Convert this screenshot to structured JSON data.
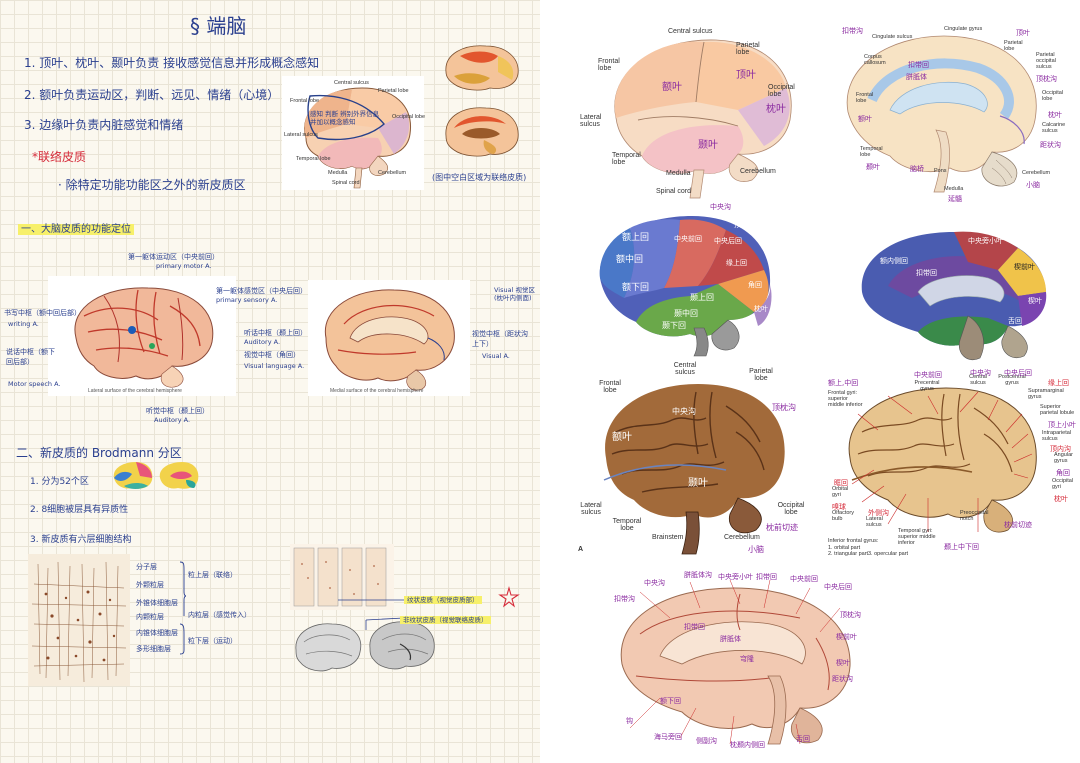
{
  "left_page": {
    "title": "§ 端脑",
    "points": [
      "1. 顶叶、枕叶、颞叶负责 接收感觉信息并形成概念感知",
      "2. 额叶负责运动区，判断、远见、情绪（心境）",
      "3. 边缘叶负责内脏感觉和情绪"
    ],
    "association_heading": "*联络皮质",
    "association_desc": "· 除特定功能功能区之外的新皮质区",
    "fig1_labels": {
      "central_sulcus": "Central sulcus",
      "frontal_lobe": "Frontal lobe",
      "parietal_lobe": "Parietal lobe",
      "occipital_lobe": "Occipital lobe",
      "lateral_sulcus": "Lateral sulcus",
      "temporal_lobe": "Temporal lobe",
      "medulla": "Medulla",
      "cerebellum": "Cerebellum",
      "spinal_cord": "Spinal cord",
      "annotation": "感知 判断 辨别外界信息 并加以概念感知"
    },
    "fig1_note": "(图中空白区域为联络皮质)",
    "section1_heading": "一、大脑皮质的功能定位",
    "func_labels": {
      "primary_motor": "第一躯体运动区（中央前回）",
      "primary_motor_en": "primary motor A.",
      "primary_sensory": "第一躯体感觉区（中央后回）",
      "primary_sensory_en": "primary sensory A.",
      "writing_center": "书写中枢（额中回后部）",
      "writing_center_en": "writing A.",
      "speech_motor": "说话中枢（额下回后部）",
      "speech_motor_en": "Motor speech A.",
      "auditory_speech": "听话中枢（颞上回）",
      "auditory_speech_en": "Auditory A.",
      "visual_speech": "视觉中枢（角回）",
      "visual_speech_en": "Visual language A.",
      "auditory_center": "听觉中枢（颞上回）",
      "auditory_center_en": "Auditory A.",
      "visual_center": "视觉中枢（距状沟上下）",
      "visual_center_en": "Visual A.",
      "visual_region": "Visual 视觉区 (枕叶内侧面)",
      "lateral_caption": "Lateral surface of the cerebral hemisphere",
      "medial_caption": "Medial surface of the cerebral hemisphere"
    },
    "section2_heading": "二、新皮质的 Brodmann 分区",
    "brodmann_points": [
      "1. 分为52个区",
      "2. 8细胞被层具有异质性",
      "3. 新皮质有六层细胞结构"
    ],
    "layers": [
      "分子层",
      "外颗粒层",
      "外锥体细胞层",
      "内颗粒层",
      "内锥体细胞层",
      "多形细胞层"
    ],
    "layer_groups": [
      "粒上层（联络）",
      "内粒层（感觉传入）",
      "粒下层（运动）"
    ],
    "striate_labels": [
      "纹状皮质（视觉皮质部）",
      "非纹状皮质（视觉联络皮质）"
    ]
  },
  "right_page": {
    "fig_a_labels": {
      "central_sulcus": "Central sulcus",
      "frontal_lobe": "Frontal lobe",
      "parietal_lobe": "Parietal lobe",
      "occipital_lobe": "Occipital lobe",
      "lateral_sulcus": "Lateral sulcus",
      "temporal_lobe": "Temporal lobe",
      "medulla": "Medulla",
      "spinal_cord": "Spinal cord",
      "cerebellum": "Cerebellum",
      "hw_frontal": "额叶",
      "hw_parietal": "顶叶",
      "hw_occipital": "枕叶",
      "hw_temporal": "颞叶"
    },
    "fig_b_labels": {
      "cingulate_sulcus": "Cingulate sulcus",
      "cingulate_gyrus": "Cingulate gyrus",
      "corpus_callosum": "Corpus callosum",
      "frontal_lobe": "Frontal lobe",
      "parietal_lobe": "Parietal lobe",
      "parieto_occipital": "Parietal occipital sulcus",
      "occipital_lobe": "Occipital lobe",
      "calcarine_sulcus": "Calcarine sulcus",
      "temporal_lobe": "Temporal lobe",
      "pons": "Pons",
      "medulla": "Medulla",
      "cerebellum": "Cerebellum",
      "hw_cingulate_sulcus": "扣带沟",
      "hw_frontal": "额叶",
      "hw_corpus": "胼胝体",
      "hw_cingulate": "扣带回",
      "hw_parietal": "顶叶",
      "hw_parieto_occ": "顶枕沟",
      "hw_occipital": "枕叶",
      "hw_calcarine": "距状沟",
      "hw_temporal": "颞叶",
      "hw_pons": "脑桥",
      "hw_medulla": "延髓",
      "hw_cerebellum": "小脑"
    },
    "fig_c_labels": {
      "central_sulcus": "中央沟",
      "sup_frontal": "额上回",
      "mid_frontal": "额中回",
      "inf_frontal": "额下回",
      "precentral": "中央前回",
      "postcentral": "中央后回",
      "sup_parietal": "顶上小叶",
      "supramarginal": "缘上回",
      "angular": "角回",
      "sup_temporal": "颞上回",
      "mid_temporal": "颞中回",
      "inf_temporal": "颞下回",
      "occipital": "枕叶"
    },
    "fig_d_labels": {
      "cingulate": "扣带回",
      "medial_frontal": "额内侧回",
      "paracentral": "中央旁小叶",
      "precuneus": "楔前叶",
      "cuneus": "楔叶",
      "lingual": "舌回"
    },
    "fig_e_labels": {
      "frontal_lobe": "Frontal lobe",
      "central_sulcus": "Central sulcus",
      "parietal_lobe": "Parietal lobe",
      "occipital_lobe": "Occipital lobe",
      "lateral_sulcus": "Lateral sulcus",
      "temporal_lobe": "Temporal lobe",
      "brainstem": "Brainstem",
      "cerebellum": "Cerebellum",
      "hw_frontal": "额叶",
      "hw_central": "中央沟",
      "hw_parieto_occ": "顶枕沟",
      "hw_temporal": "颞叶",
      "hw_preoccipital": "枕前切迹",
      "hw_cerebellum": "小脑",
      "fig_letter": "A"
    },
    "fig_f_labels": {
      "precentral_gyrus": "Precentral gyrus",
      "central_sulcus": "Central sulcus",
      "postcentral_gyrus": "Postcentral gyrus",
      "supramarginal": "Supramarginal gyrus",
      "sup_parietal": "Superior parietal lobule",
      "intraparietal": "Intraparietal sulcus",
      "angular": "Angular gyrus",
      "occipital_gyri": "Occipital gyri",
      "frontal_gyri": "Frontal gyri: superior middle inferior",
      "orbital_gyri": "Orbital gyri",
      "olfactory_bulb": "Olfactory bulb",
      "lateral_sulcus": "Lateral sulcus",
      "temporal_gyri": "Temporal gyri: superior middle inferior",
      "preoccipital_notch": "Preoccipital notch",
      "inf_frontal": "Inferior frontal gyrus:",
      "inf_frontal_parts": [
        "1. orbital part",
        "2. triangular part",
        "3. opercular part"
      ],
      "hw_sup_frontal": "额上,中回",
      "hw_precentral": "中央前回",
      "hw_central": "中央沟",
      "hw_postcentral": "中央后回",
      "hw_supramarginal": "缘上回",
      "hw_sup_parietal": "顶上小叶",
      "hw_intraparietal": "顶内沟",
      "hw_angular": "角回",
      "hw_occipital": "枕叶",
      "hw_orbital": "眶回",
      "hw_olfactory": "嗅球",
      "hw_lateral": "外侧沟",
      "hw_preoccipital": "枕前切迹",
      "hw_temporal": "颞上中下回"
    },
    "fig_g_labels": {
      "hw_top": [
        "中央旁小叶",
        "中央沟",
        "扣带沟",
        "胼胝体沟",
        "扣带回",
        "中央前回",
        "中央后回",
        "顶枕沟",
        "楔前叶"
      ],
      "hw_mid": [
        "胼胝体",
        "穹隆",
        "扣带回",
        "楔叶",
        "距状沟"
      ],
      "hw_bottom": [
        "钩",
        "海马旁回",
        "侧副沟",
        "枕颞内侧回",
        "舌回",
        "额下回"
      ]
    }
  },
  "colors": {
    "ink_blue": "#2a3f8f",
    "ink_red": "#d62b3a",
    "ink_purple": "#8a2aa0",
    "highlight": "#f7f06a",
    "frontal": "#f4b896",
    "parietal": "#f7c6a0",
    "occipital": "#d9b8d6",
    "temporal": "#f0c0c0",
    "grid": "#e9e4d6"
  }
}
